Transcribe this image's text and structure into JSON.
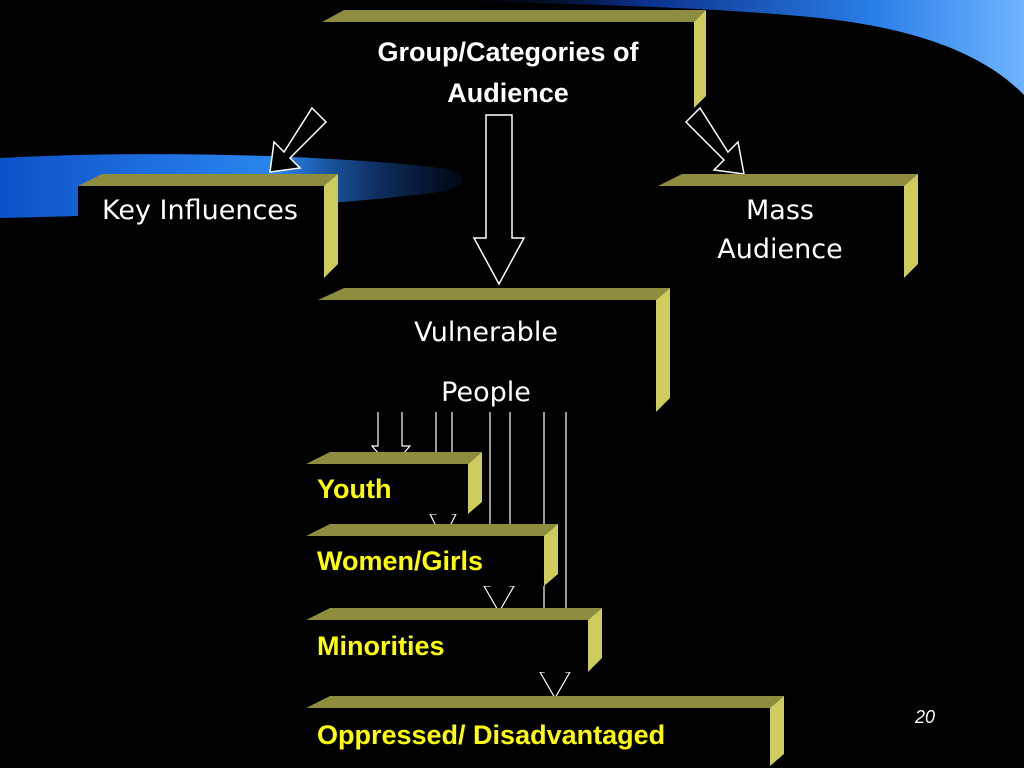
{
  "diagram": {
    "root": {
      "label": "Group/Categories of Audience"
    },
    "branches": [
      {
        "label": "Key Influences"
      },
      {
        "label": "Mass Audience"
      },
      {
        "label": "Vulnerable People"
      }
    ],
    "sub_groups": [
      {
        "label": "Youth"
      },
      {
        "label": "Women/Girls"
      },
      {
        "label": "Minorities"
      },
      {
        "label": "Oppressed/ Disadvantaged"
      }
    ]
  },
  "slide": {
    "page_number": "20"
  },
  "colors": {
    "background": "#000000",
    "box_face": "#000000",
    "box_top": "#8e8c3f",
    "box_side": "#cfcc5e",
    "main_text": "#ffffff",
    "sub_text": "#ffff00",
    "swoosh": "#1f7be3"
  }
}
